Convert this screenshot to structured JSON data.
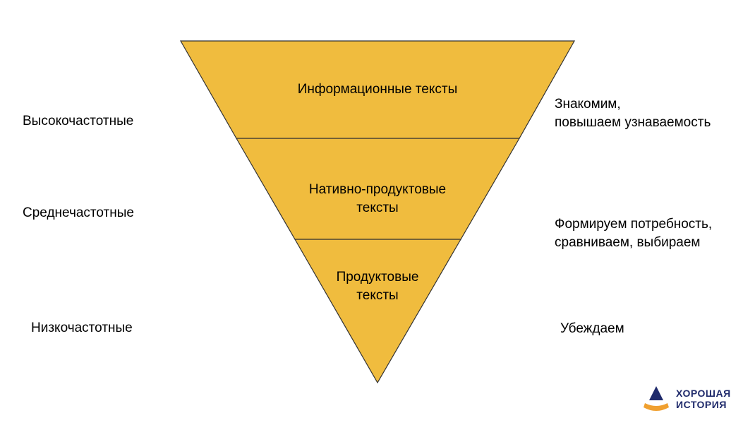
{
  "funnel": {
    "fill": "#F0BC3E",
    "stroke": "#333333",
    "segments": [
      {
        "label": "Информационные тексты"
      },
      {
        "label": "Нативно-продуктовые тексты"
      },
      {
        "label": "Продуктовые тексты"
      }
    ]
  },
  "left_labels": [
    "Высокочастотные",
    "Среднечастотные",
    "Низкочастотные"
  ],
  "right_labels": [
    {
      "line1": "Знакомим,",
      "line2": "повышаем узнаваемость"
    },
    {
      "line1": "Формируем потребность,",
      "line2": "сравниваем, выбираем"
    },
    {
      "line1": "Убеждаем",
      "line2": ""
    }
  ],
  "logo": {
    "line1": "ХОРОШАЯ",
    "line2": "ИСТОРИЯ",
    "color_dark": "#1f2a6b",
    "color_accent": "#F0A030"
  }
}
